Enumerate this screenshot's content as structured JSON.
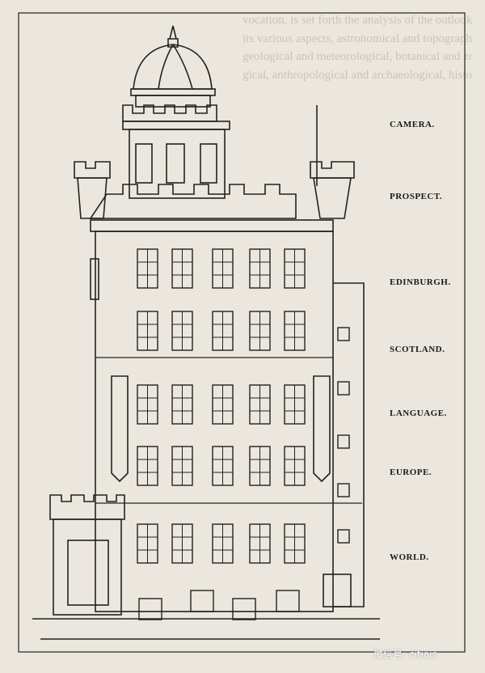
{
  "figure": {
    "levels": [
      "CAMERA.",
      "PROSPECT.",
      "EDINBURGH.",
      "SCOTLAND.",
      "LANGUAGE.",
      "EUROPE.",
      "WORLD."
    ]
  },
  "bleed_through_text": [
    "vocation, is set forth the analysis of the outlook in",
    "its various aspects, astronomical and topographical,",
    "geological and meteorological, botanical and zoolo-",
    "gical, anthropological and archaeological, historical and"
  ],
  "watermark": "微信号: citiais"
}
